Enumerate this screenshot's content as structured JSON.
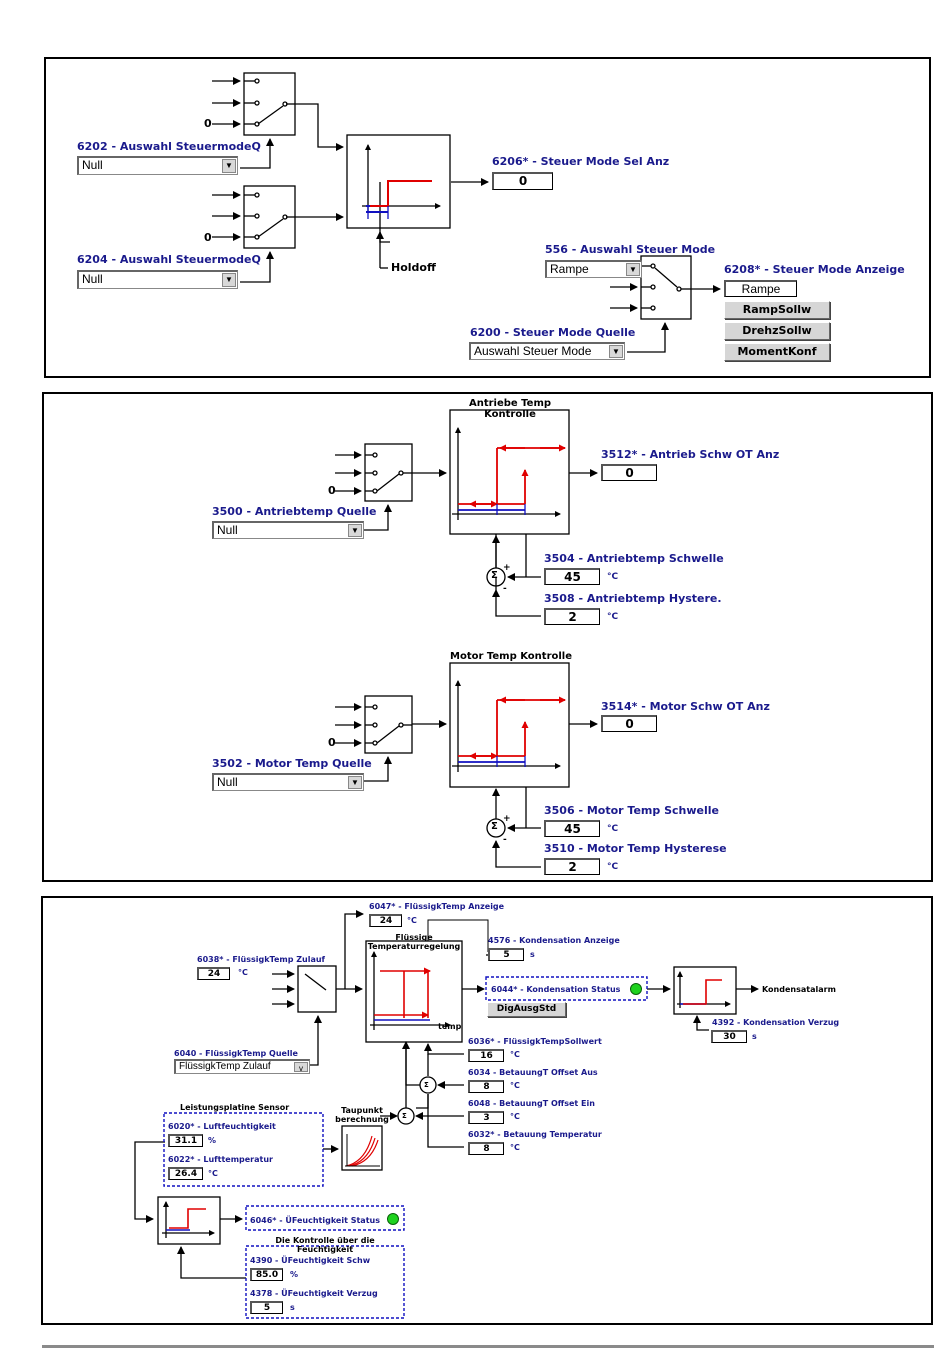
{
  "panel1": {
    "sel_6202": {
      "label": "6202 - Auswahl SteuermodeQ",
      "value": "Null"
    },
    "sel_6204": {
      "label": "6204 - Auswahl SteuermodeQ",
      "value": "Null"
    },
    "zero_a": "0",
    "zero_b": "0",
    "out_6206": {
      "label": "6206* - Steuer Mode Sel Anz",
      "value": "0"
    },
    "holdoff": "Holdoff",
    "sel_556": {
      "label": "556 - Auswahl Steuer Mode",
      "value": "Rampe"
    },
    "sel_6200": {
      "label": "6200 - Steuer Mode Quelle",
      "value": "Auswahl Steuer Mode"
    },
    "out_6208": {
      "label": "6208* - Steuer Mode Anzeige",
      "value": "Rampe"
    },
    "buttons": [
      "RampSollw",
      "DrehzSollw",
      "MomentKonf"
    ]
  },
  "panel2": {
    "title_antriebe": "Antriebe Temp\nKontrolle",
    "zero_a": "0",
    "sel_3500": {
      "label": "3500 - Antriebtemp Quelle",
      "value": "Null"
    },
    "out_3512": {
      "label": "3512* - Antrieb Schw OT Anz",
      "value": "0"
    },
    "in_3504": {
      "label": "3504 - Antriebtemp Schwelle",
      "value": "45",
      "unit": "°C"
    },
    "in_3508": {
      "label": "3508 - Antriebtemp Hystere.",
      "value": "2",
      "unit": "°C"
    },
    "title_motor": "Motor Temp Kontrolle",
    "zero_b": "0",
    "sel_3502": {
      "label": "3502 - Motor Temp Quelle",
      "value": "Null"
    },
    "out_3514": {
      "label": "3514* - Motor Schw OT Anz",
      "value": "0"
    },
    "in_3506": {
      "label": "3506 - Motor Temp Schwelle",
      "value": "45",
      "unit": "°C"
    },
    "in_3510": {
      "label": "3510 - Motor Temp Hysterese",
      "value": "2",
      "unit": "°C"
    },
    "sigma": "Σ",
    "plus": "+",
    "minus": "-"
  },
  "panel3": {
    "p6047": {
      "label": "6047* - FlüssigkTemp Anzeige",
      "value": "24",
      "unit": "°C"
    },
    "p6038": {
      "label": "6038* - FlüssigkTemp Zulauf",
      "value": "24",
      "unit": "°C"
    },
    "regler_title": "Flüssige\nTemperaturregelung",
    "temp_axis": "temp",
    "p4576": {
      "label": "4576 - Kondensation Anzeige",
      "value": "5",
      "unit": "s"
    },
    "p6044": {
      "label": "6044* - Kondensation Status"
    },
    "dig_btn": "DigAusgStd",
    "kondensatalarm": "Kondensatalarm",
    "p4392": {
      "label": "4392 - Kondensation Verzug",
      "value": "30",
      "unit": "s"
    },
    "p6040": {
      "label": "6040 - FlüssigkTemp Quelle",
      "value": "FlüssigkTemp Zulauf"
    },
    "p6036": {
      "label": "6036* - FlüssigkTempSollwert",
      "value": "16",
      "unit": "°C"
    },
    "p6034": {
      "label": "6034 - BetauungT Offset Aus",
      "value": "8",
      "unit": "°C"
    },
    "p6048": {
      "label": "6048 - BetauungT Offset Ein",
      "value": "3",
      "unit": "°C"
    },
    "p6032": {
      "label": "6032* - Betauung Temperatur",
      "value": "8",
      "unit": "°C"
    },
    "sensor_title": "Leistungsplatine Sensor",
    "p6020": {
      "label": "6020* - Luftfeuchtigkeit",
      "value": "31.1",
      "unit": "%"
    },
    "p6022": {
      "label": "6022* - Lufttemperatur",
      "value": "26.4",
      "unit": "°C"
    },
    "taupunkt_title": "Taupunkt\nberechnung",
    "p6046": {
      "label": "6046* - ÜFeuchtigkeit Status"
    },
    "humidity_title": "Die Kontrolle über die\nFeuchtigkeit",
    "p4390": {
      "label": "4390 - ÜFeuchtigkeit Schw",
      "value": "85.0",
      "unit": "%"
    },
    "p4378": {
      "label": "4378 - ÜFeuchtigkeit Verzug",
      "value": "5",
      "unit": "s"
    },
    "sigma": "Σ"
  },
  "colors": {
    "label_blue": "#1a1a8c",
    "hyst_red": "#e00000",
    "hyst_blue": "#1010c0",
    "led_green": "#1ed21e"
  }
}
